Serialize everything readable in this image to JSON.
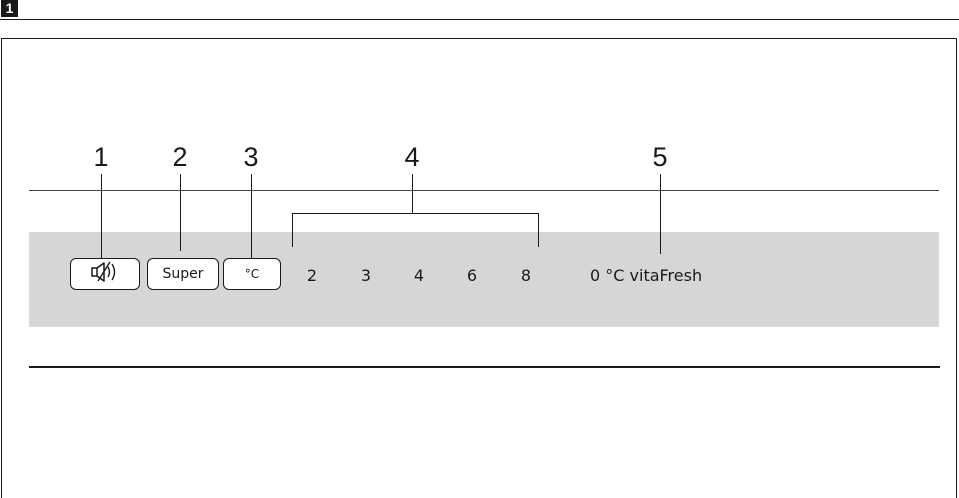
{
  "figure": {
    "number": "1"
  },
  "callouts": [
    "1",
    "2",
    "3",
    "4",
    "5"
  ],
  "control_panel": {
    "buttons": [
      {
        "id": "alarm",
        "label": "",
        "icon": "speaker-mute-icon"
      },
      {
        "id": "super",
        "label": "Super",
        "icon": ""
      },
      {
        "id": "temp",
        "label": "°C",
        "icon": ""
      }
    ],
    "temperature_levels": [
      "2",
      "3",
      "4",
      "6",
      "8"
    ],
    "zone_label": "0 °C vitaFresh"
  },
  "colors": {
    "panel": "#d6d6d6",
    "ink": "#1a1a1a",
    "button_bg": "#ffffff"
  }
}
